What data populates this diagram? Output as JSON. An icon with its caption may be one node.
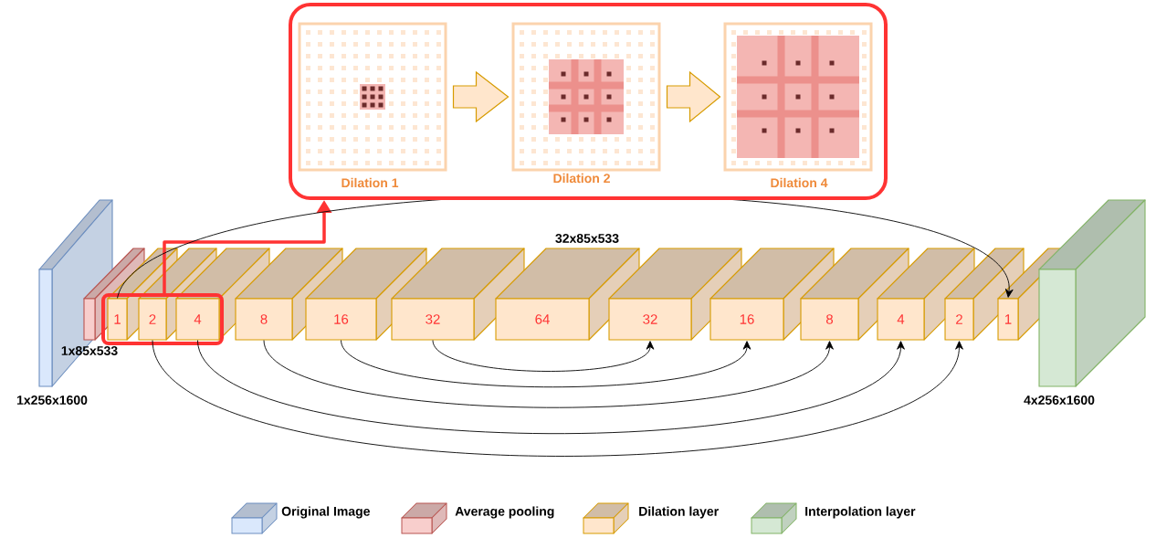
{
  "diagram": {
    "nodes": [
      {
        "text": [],
        "shape": "box"
      },
      {
        "text": [
          "Dilation 1"
        ],
        "in": 0
      },
      {
        "text": [
          "Dilation 2"
        ],
        "in": 0
      },
      {
        "text": [
          "Dilation 4"
        ],
        "in": 0
      },
      {
        "text": [],
        "shape": "box",
        "beside": [
          "1x256x1600"
        ]
      },
      {
        "text": [],
        "shape": "box",
        "beside": [
          "1x85x533"
        ]
      },
      {
        "text": [],
        "shape": "box"
      },
      {
        "text": [
          "1"
        ],
        "in": 6
      },
      {
        "text": [
          "2"
        ],
        "in": 6
      },
      {
        "text": [
          "4"
        ],
        "in": 6
      },
      {
        "text": [
          "8"
        ]
      },
      {
        "text": [
          "16"
        ]
      },
      {
        "text": [
          "32"
        ]
      },
      {
        "text": [
          "64"
        ]
      },
      {
        "text": [
          "32"
        ]
      },
      {
        "text": [
          "16"
        ]
      },
      {
        "text": [
          "8"
        ]
      },
      {
        "text": [
          "4"
        ]
      },
      {
        "text": [
          "2"
        ]
      },
      {
        "text": [
          "1"
        ]
      },
      {
        "text": [],
        "shape": "box",
        "beside": [
          "4x256x1600"
        ]
      }
    ],
    "edges": [
      {
        "from": 1,
        "to": 2,
        "arrow": "to",
        "style": "thick",
        "color": "#d79b00"
      },
      {
        "from": 2,
        "to": 3,
        "arrow": "to",
        "style": "thick",
        "color": "#d79b00"
      },
      {
        "from": 6,
        "to": 0,
        "arrow": "to",
        "style": "thick",
        "color": "#ff3333"
      },
      {
        "from": 7,
        "to": 19,
        "arrow": "to"
      },
      {
        "from": 8,
        "to": 18,
        "arrow": "to"
      },
      {
        "from": 9,
        "to": 17,
        "arrow": "to"
      },
      {
        "from": 10,
        "to": 16,
        "arrow": "to"
      },
      {
        "from": 11,
        "to": 15,
        "arrow": "to"
      },
      {
        "from": 12,
        "to": 14,
        "arrow": "to"
      }
    ],
    "labels": [
      "32x85x533"
    ],
    "legend": [
      {
        "text": "Original Image",
        "color": "#dae8fc"
      },
      {
        "text": "Average pooling",
        "color": "#f8cecc"
      },
      {
        "text": "Dilation layer",
        "color": "#ffe6cc"
      },
      {
        "text": "Interpolation layer",
        "color": "#d5e8d4"
      }
    ]
  }
}
